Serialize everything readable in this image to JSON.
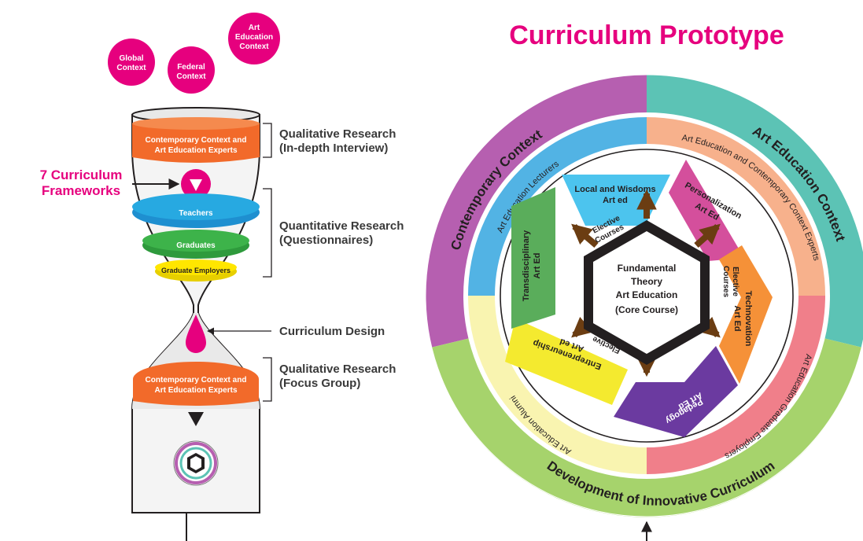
{
  "title": "Curriculum Prototype",
  "context_circles": [
    {
      "lines": [
        "Global",
        "Context"
      ]
    },
    {
      "lines": [
        "Federal",
        "Context"
      ]
    },
    {
      "lines": [
        "Art",
        "Education",
        "Context"
      ]
    }
  ],
  "hourglass": {
    "top_band": [
      "Contemporary Context and",
      "Art Education Experts"
    ],
    "frameworks_label": [
      "7 Curriculum",
      "Frameworks"
    ],
    "layers": [
      "Teachers",
      "Graduates",
      "Graduate Employers"
    ],
    "bottom_band": [
      "Contemporary Context and",
      "Art Education Experts"
    ]
  },
  "stage_labels": [
    {
      "lines": [
        "Qualitative Research",
        "(In-depth Interview)"
      ]
    },
    {
      "lines": [
        "Quantitative Research",
        "(Questionnaires)"
      ]
    },
    {
      "lines": [
        "Curriculum Design"
      ]
    },
    {
      "lines": [
        "Qualitative Research",
        "(Focus Group)"
      ]
    }
  ],
  "wheel": {
    "outer_ring": [
      "Contemporary Context",
      "Art Education Context",
      "Development of Innovative Curriculum"
    ],
    "middle_ring": [
      "Art Education Lecturers",
      "Art Education and Contemporary Context Experts",
      "Art Education Graduate Employers",
      "Art Education Alumni"
    ],
    "core": [
      "Fundamental",
      "Theory",
      "Art Education",
      "(Core Course)"
    ],
    "elective_label": [
      "Elective",
      "Courses"
    ],
    "segments": [
      {
        "lines": [
          "Local and Wisdoms",
          "Art ed"
        ]
      },
      {
        "lines": [
          "Personalization",
          "Art Ed"
        ]
      },
      {
        "lines": [
          "Technovation",
          "Art Ed"
        ]
      },
      {
        "lines": [
          "Pedagogy",
          "Art Ed"
        ]
      },
      {
        "lines": [
          "Entrepreneurship",
          "Art ed"
        ]
      },
      {
        "lines": [
          "Transdisciplinary",
          "Art Ed"
        ]
      }
    ]
  },
  "colors": {
    "magenta": "#e6007e",
    "orange": "#f26a2a",
    "blue": "#27a9e1",
    "green": "#3db34a",
    "yellow": "#ffe600",
    "purple": "#b65fb0",
    "teal": "#5cc3b5",
    "lime": "#a6d36c",
    "dark": "#231f20",
    "arrow_brown": "#6b3d12"
  }
}
